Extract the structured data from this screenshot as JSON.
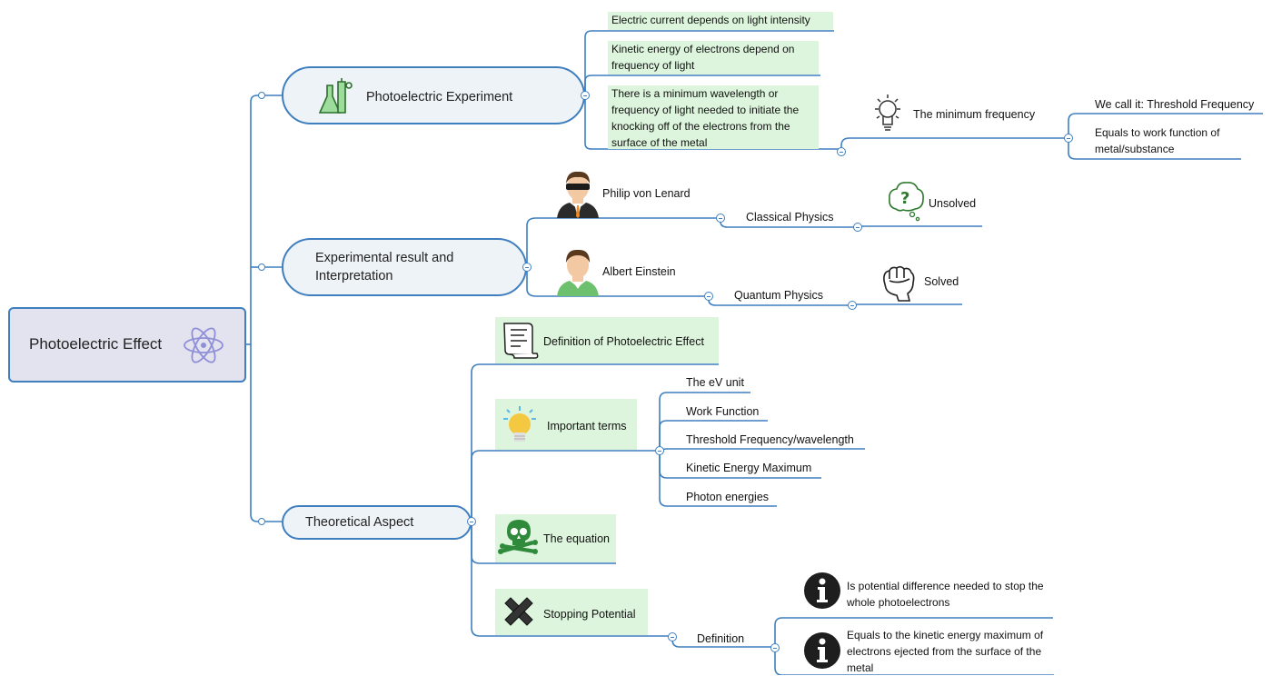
{
  "root": {
    "label": "Photoelectric Effect",
    "icon": "atom-icon"
  },
  "branches": {
    "experiment": {
      "label": "Photoelectric Experiment",
      "icon": "lab-flasks-icon",
      "children": [
        "Electric current depends on light intensity",
        "Kinetic energy of electrons depend on frequency of light",
        "There is a minimum wavelength or frequency of light needed to initiate the knocking off of the electrons from the surface of the metal"
      ],
      "min_frequency": {
        "label": "The minimum frequency",
        "icon": "lightbulb-sketch-icon",
        "children": [
          "We call it: Threshold Frequency",
          "Equals to work function of metal/substance"
        ]
      }
    },
    "result": {
      "label": "Experimental result and Interpretation",
      "lenard": {
        "label": "Philip von Lenard",
        "icon": "man-sunglasses-avatar-icon"
      },
      "classical": {
        "label": "Classical Physics",
        "child": "Unsolved",
        "child_icon": "question-cloud-icon"
      },
      "einstein": {
        "label": "Albert Einstein",
        "icon": "man-avatar-icon"
      },
      "quantum": {
        "label": "Quantum Physics",
        "child": "Solved",
        "child_icon": "fist-icon"
      }
    },
    "theory": {
      "label": "Theoretical Aspect",
      "definition": {
        "label": "Definition of Photoelectric Effect",
        "icon": "scroll-icon"
      },
      "terms": {
        "label": "Important terms",
        "icon": "lightbulb-icon",
        "children": [
          "The eV unit",
          "Work Function",
          "Threshold Frequency/wavelength",
          "Kinetic Energy Maximum",
          "Photon energies"
        ]
      },
      "equation": {
        "label": "The equation",
        "icon": "skull-crossbones-icon"
      },
      "stopping": {
        "label": "Stopping Potential",
        "icon": "cross-icon",
        "definition": "Definition",
        "children": [
          {
            "text": "Is potential difference needed to stop the whole photoelectrons",
            "icon": "info-icon"
          },
          {
            "text": "Equals to the kinetic energy maximum of electrons ejected from the surface of the metal",
            "icon": "info-icon"
          }
        ]
      }
    }
  },
  "colors": {
    "line": "#3f7fbf",
    "label_bg": "#dcf5dc",
    "root_bg": "#e3e3ef",
    "main_bg": "#eef3f8"
  }
}
